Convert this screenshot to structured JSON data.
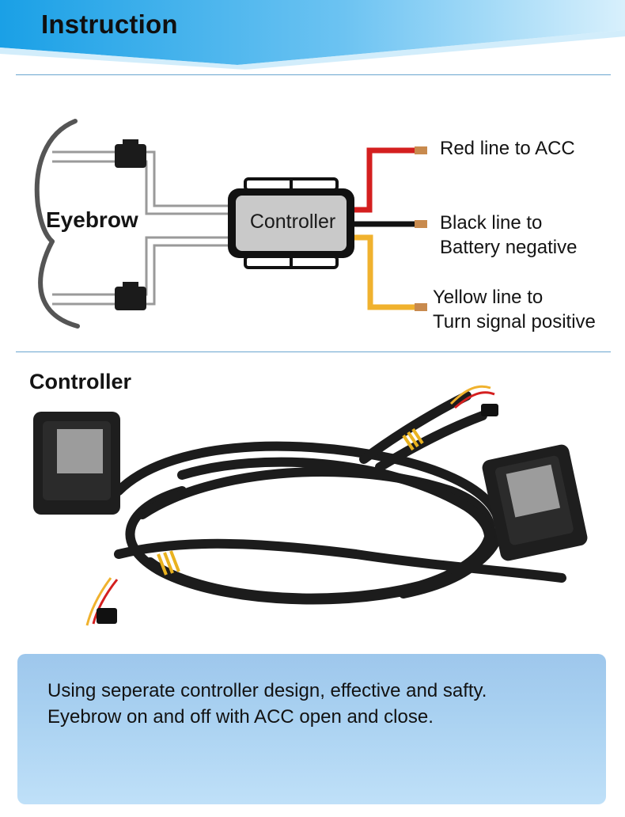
{
  "header": {
    "title": "Instruction"
  },
  "diagram": {
    "eyebrow_label": "Eyebrow",
    "controller_label": "Controller",
    "red_line": "Red line to ACC",
    "black_line": [
      "Black line to",
      "Battery negative"
    ],
    "yellow_line": [
      "Yellow line to",
      "Turn signal positive"
    ],
    "colors": {
      "red": "#d41f1f",
      "black": "#111111",
      "yellow": "#f0b22e",
      "harness": "#9a9a9a"
    }
  },
  "controller_section": {
    "title": "Controller"
  },
  "info": {
    "lines": [
      "Using seperate controller design, effective and safty.",
      "Eyebrow on and off with ACC open and close."
    ]
  }
}
